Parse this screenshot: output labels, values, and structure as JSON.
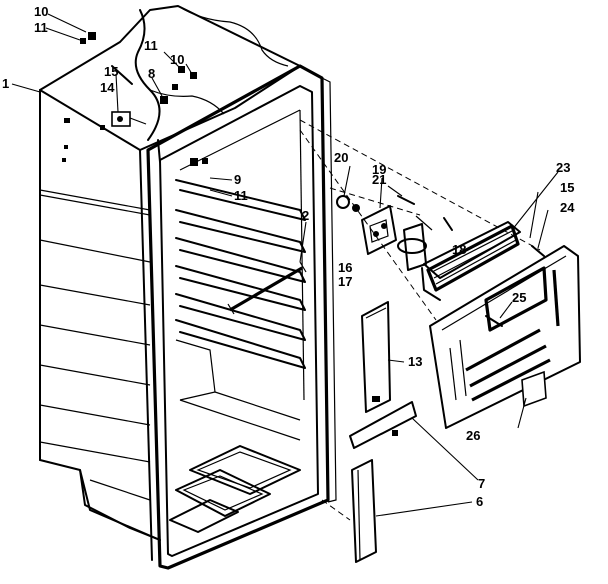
{
  "callouts": {
    "c1": "1",
    "c2": "2",
    "c6": "6",
    "c7": "7",
    "c8": "8",
    "c9": "9",
    "c10a": "10",
    "c10b": "10",
    "c11a": "11",
    "c11b": "11",
    "c11c": "11",
    "c13": "13",
    "c14": "14",
    "c15a": "15",
    "c15b": "15",
    "c16": "16",
    "c17": "17",
    "c18": "18",
    "c19": "19",
    "c20": "20",
    "c21": "21",
    "c23": "23",
    "c24": "24",
    "c25": "25",
    "c26": "26"
  }
}
